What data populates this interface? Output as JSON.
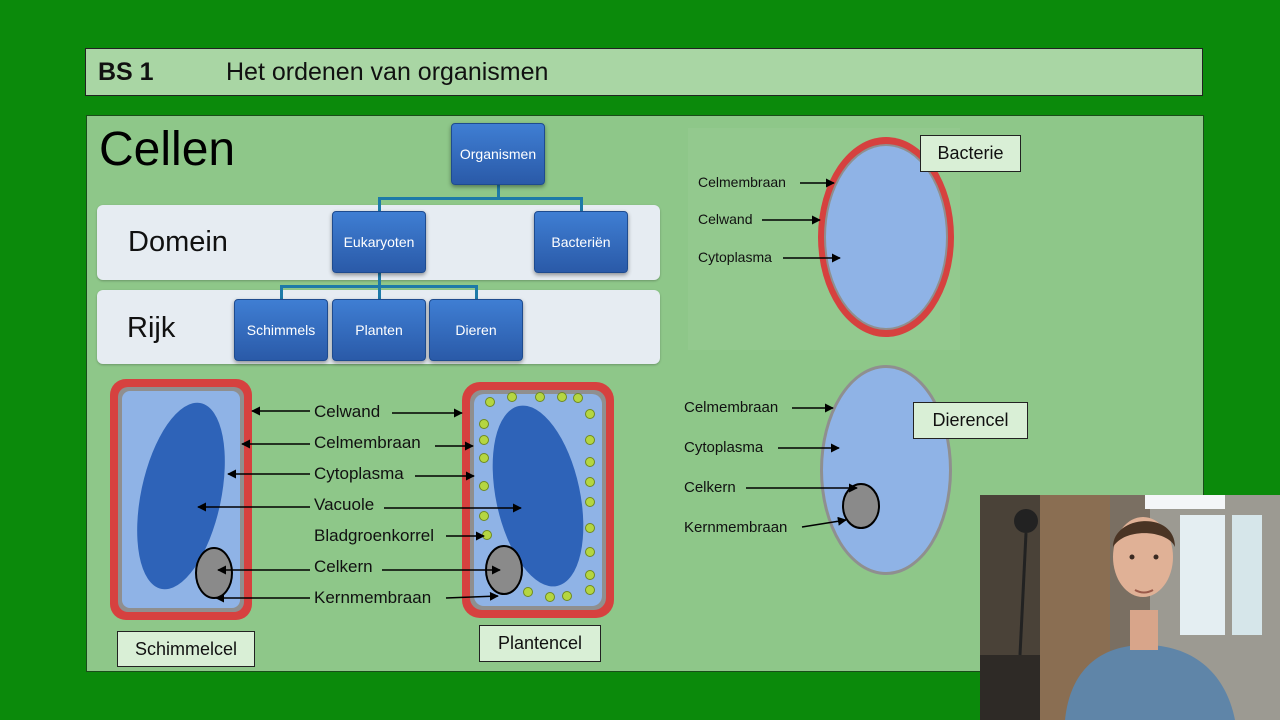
{
  "header": {
    "code": "BS 1",
    "title": "Het ordenen van organismen"
  },
  "slide": {
    "title": "Cellen"
  },
  "tree": {
    "root": "Organismen",
    "domein_label": "Domein",
    "rijk_label": "Rijk",
    "domains": [
      "Eukaryoten",
      "Bacteriën"
    ],
    "kingdoms": [
      "Schimmels",
      "Planten",
      "Dieren"
    ]
  },
  "fungus_plant": {
    "labels": [
      "Celwand",
      "Celmembraan",
      "Cytoplasma",
      "Vacuole",
      "Bladgroenkorrel",
      "Celkern",
      "Kernmembraan"
    ],
    "fungus_caption": "Schimmelcel",
    "plant_caption": "Plantencel"
  },
  "bacteria": {
    "caption": "Bacterie",
    "labels": [
      "Celmembraan",
      "Celwand",
      "Cytoplasma"
    ]
  },
  "animal": {
    "caption": "Dierencel",
    "labels": [
      "Celmembraan",
      "Cytoplasma",
      "Celkern",
      "Kernmembraan"
    ]
  },
  "colors": {
    "background": "#0b8a0b",
    "panel": "#8ec789",
    "cell_wall": "#d6413f",
    "cytoplasm": "#8fb3e6",
    "vacuole": "#2e63b8",
    "nucleus": "#8a8a8a",
    "chloroplast": "#b5d641",
    "node": "#3366bb"
  }
}
